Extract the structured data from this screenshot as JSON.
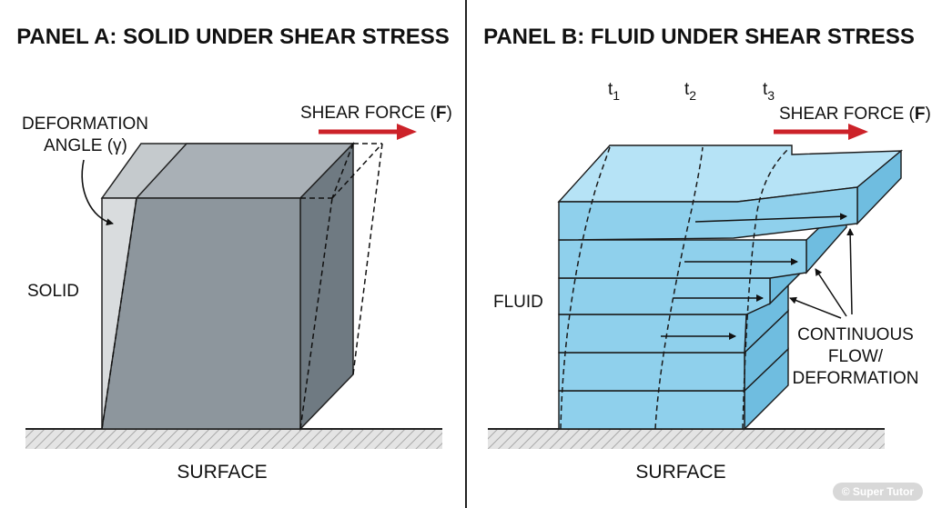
{
  "panel_a": {
    "title": "PANEL A: SOLID UNDER SHEAR STRESS",
    "deformation_line1": "DEFORMATION",
    "deformation_line2": "ANGLE (γ)",
    "shear_force_text": "SHEAR FORCE (",
    "shear_force_symbol": "F",
    "shear_force_close": ")",
    "material_label": "SOLID",
    "surface_label": "SURFACE"
  },
  "panel_b": {
    "title": "PANEL B: FLUID UNDER SHEAR STRESS",
    "time_symbol": "t",
    "times": [
      "1",
      "2",
      "3"
    ],
    "shear_force_text": "SHEAR FORCE (",
    "shear_force_symbol": "F",
    "shear_force_close": ")",
    "material_label": "FLUID",
    "flow_line1": "CONTINUOUS",
    "flow_line2": "FLOW/",
    "flow_line3": "DEFORMATION",
    "surface_label": "SURFACE"
  },
  "watermark": "© Super Tutor",
  "colors": {
    "solid_front": "#8d969d",
    "solid_top": "#a9b0b6",
    "solid_side": "#6f7a82",
    "solid_ghost": "#d9dcde",
    "fluid_front": "#8fd0ec",
    "fluid_top": "#b6e3f6",
    "fluid_side": "#6fbde0",
    "arrow_red": "#cc2229",
    "ground_hatch": "#9a9a9a"
  }
}
